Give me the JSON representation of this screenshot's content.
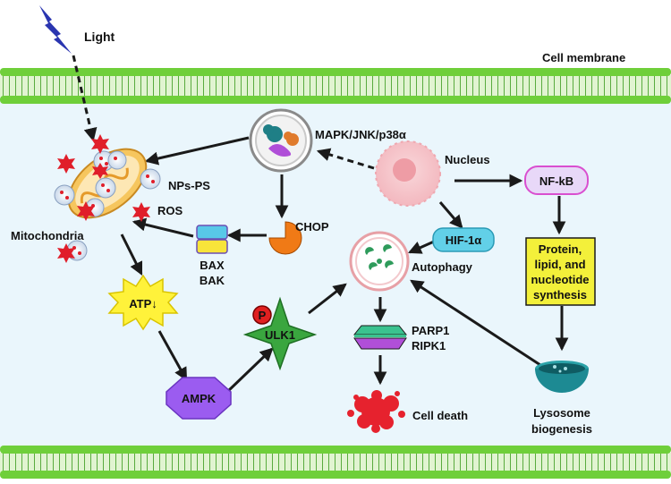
{
  "labels": {
    "light": "Light",
    "cell_membrane": "Cell membrane",
    "mapk": "MAPK/JNK/p38α",
    "nucleus": "Nucleus",
    "nf_kb": "NF-kB",
    "nps_ps": "NPs-PS",
    "ros": "ROS",
    "mitochondria": "Mitochondria",
    "chop": "CHOP",
    "bax": "BAX",
    "bak": "BAK",
    "hif": "HIF-1α",
    "autophagy": "Autophagy",
    "synthesis": [
      "Protein,",
      "lipid, and",
      "nucleotide",
      "synthesis"
    ],
    "atp": "ATP↓",
    "p": "P",
    "ulk1": "ULK1",
    "parp1": "PARP1",
    "ripk1": "RIPK1",
    "ampk": "AMPK",
    "cell_death": "Cell death",
    "lysosome": "Lysosome",
    "biogenesis": "biogenesis"
  },
  "colors": {
    "membrane": "#6fcf3a",
    "cytoplasm": "#eaf6fc",
    "light_bolt": "#2a35b0",
    "nucleus": "#f7c9cd",
    "nf_kb": "#e8d8f8",
    "nf_kb_border": "#d94fd0",
    "hif": "#62d0e8",
    "synthesis_box": "#f3f03a",
    "atp_burst": "#fff23a",
    "ulk1": "#3aa63f",
    "p_badge": "#e02020",
    "ampk": "#9b5cf0",
    "chop": "#f07a16",
    "bax": "#58c8e8",
    "bak": "#f8e43a",
    "parp1": "#3ac28f",
    "ripk1": "#b04fd8",
    "ros": "#e01e2a",
    "mitochondria": "#f6c65e",
    "lysosome": "#1d8a93",
    "cell_death": "#e6222e"
  }
}
